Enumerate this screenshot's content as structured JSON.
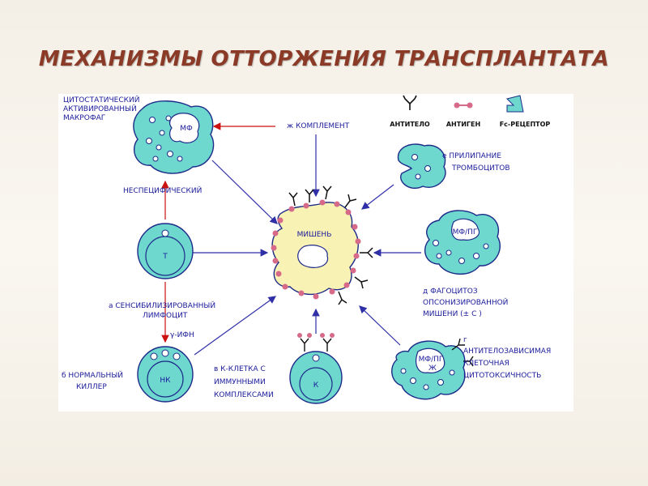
{
  "title": "МЕХАНИЗМЫ ОТТОРЖЕНИЯ ТРАНСПЛАНТАТА",
  "colors": {
    "cell_fill": "#6ed8cf",
    "cell_stroke": "#1d2a88",
    "target_fill": "#f8f2b4",
    "antigen": "#d66a88",
    "arrow_blue": "#2f2fa8",
    "arrow_red": "#cc1111"
  },
  "legend": {
    "antibody": "АНТИТЕЛО",
    "antigen": "АНТИГЕН",
    "fc_receptor": "Fc-РЕЦЕПТОР"
  },
  "target": {
    "label": "МИШЕНЬ"
  },
  "cells": {
    "macrophage": {
      "inner": "МФ",
      "label": [
        "ЦИТОСТАТИЧЕСКИЙ",
        "АКТИВИРОВАННЫЙ",
        "МАКРОФАГ"
      ]
    },
    "t_cell": {
      "inner": "Т",
      "label": [
        "а  СЕНСИБИЛИЗИРОВАННЫЙ",
        "ЛИМФОЦИТ"
      ]
    },
    "nk": {
      "inner": "НК",
      "label": [
        "б  НОРМАЛЬНЫЙ",
        "КИЛЛЕР"
      ]
    },
    "k_cell": {
      "inner": "К",
      "label": [
        "в  К-КЛЕТКА  С",
        "ИММУННЫМИ",
        "КОМПЛЕКСАМИ"
      ]
    },
    "adcc": {
      "inner": [
        "МФ/ПГ",
        "Ж"
      ],
      "label": [
        "г",
        "АНТИТЕЛОЗАВИСИМАЯ",
        "КЛЕТОЧНАЯ",
        "ЦИТОТОКСИЧНОСТЬ"
      ]
    },
    "phago": {
      "inner": "МФ/ПГ",
      "label": [
        "д  ФАГОЦИТОЗ",
        "ОПСОНИЗИРОВАННОЙ",
        "МИШЕНИ (± С )"
      ]
    },
    "platelet": {
      "label": [
        "е  ПРИЛИПАНИЕ",
        "ТРОМБОЦИТОВ"
      ]
    },
    "complement": {
      "label": "ж  КОМПЛЕМЕНТ"
    }
  },
  "links": {
    "nonspecific": "НЕСПЕЦИФИЧЕСКИЙ",
    "ifn": "γ-ИФН"
  }
}
